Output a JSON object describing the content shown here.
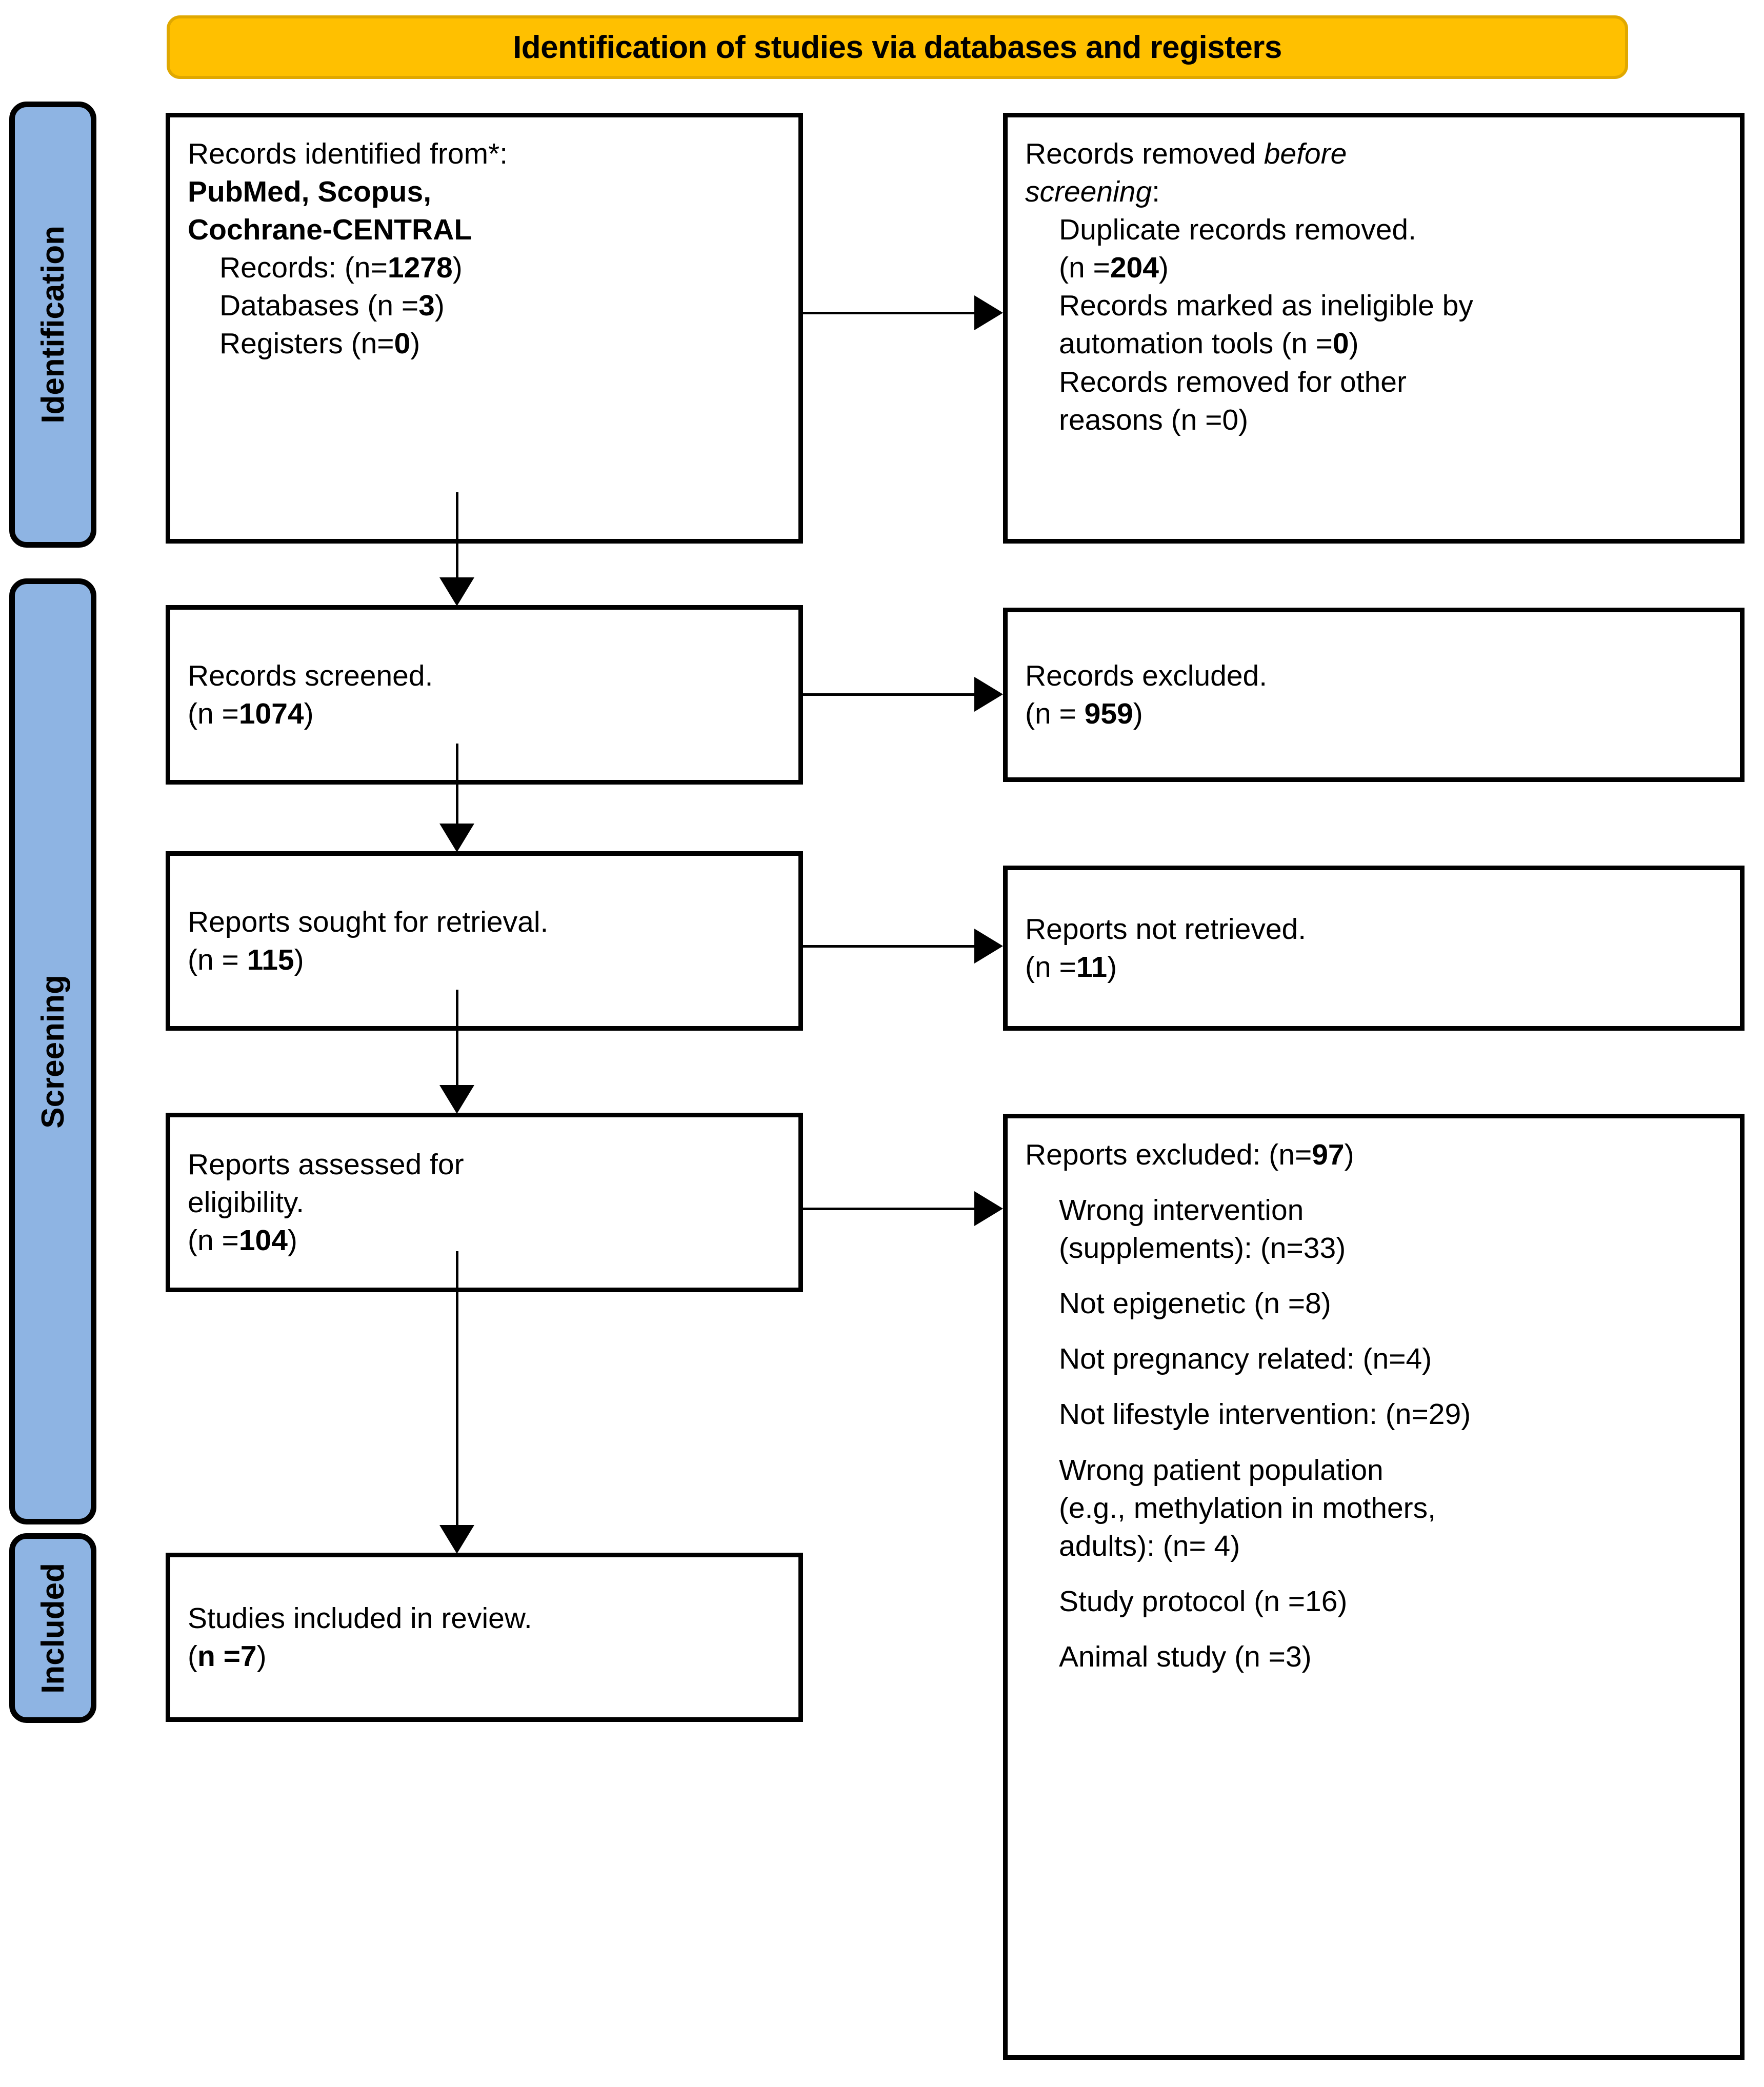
{
  "banner": {
    "title": "Identification of studies via databases and registers"
  },
  "stages": [
    {
      "key": "identification",
      "label": "Identification"
    },
    {
      "key": "screening",
      "label": "Screening"
    },
    {
      "key": "included",
      "label": "Included"
    }
  ],
  "boxes": {
    "identified": {
      "line1": "Records identified from*:",
      "line2": "PubMed, Scopus,",
      "line3": "Cochrane-CENTRAL",
      "line4_pre": "Records: (n=",
      "line4_num": "1278",
      "line4_post": ")",
      "line5_pre": "Databases (n =",
      "line5_num": "3",
      "line5_post": ")",
      "line6_pre": "Registers (n=",
      "line6_num": "0",
      "line6_post": ")"
    },
    "removed": {
      "line1_pre": "Records removed ",
      "line1_ital": "before",
      "line2_ital": "screening",
      "line2_post": ":",
      "line3": "Duplicate records removed.",
      "line4_pre": "(n =",
      "line4_num": "204",
      "line4_post": ")",
      "line5": "Records marked as ineligible by",
      "line6_pre": "automation tools (n =",
      "line6_num": "0",
      "line6_post": ")",
      "line7": "Records removed for other",
      "line8": "reasons (n =0)"
    },
    "screened": {
      "line1": "Records screened.",
      "line2_pre": "(n =",
      "line2_num": "1074",
      "line2_post": ")"
    },
    "excluded": {
      "line1": "Records excluded.",
      "line2_pre": "(n = ",
      "line2_num": "959",
      "line2_post": ")"
    },
    "sought": {
      "line1": "Reports sought for retrieval.",
      "line2_pre": "(n = ",
      "line2_num": "115",
      "line2_post": ")"
    },
    "not_retrieved": {
      "line1": "Reports not retrieved.",
      "line2_pre": "(n =",
      "line2_num": "11",
      "line2_post": ")"
    },
    "assessed": {
      "line1": "Reports assessed for",
      "line2": "eligibility.",
      "line3_pre": "(n =",
      "line3_num": "104",
      "line3_post": ")"
    },
    "reports_excluded": {
      "header_pre": "Reports excluded: (n=",
      "header_num": "97",
      "header_post": ")",
      "reasons": [
        {
          "line1": "Wrong intervention",
          "line2": "(supplements): (n=33)"
        },
        {
          "line1": "Not epigenetic (n =8)",
          "line2": ""
        },
        {
          "line1": "Not pregnancy related: (n=4)",
          "line2": ""
        },
        {
          "line1": "Not lifestyle intervention: (n=29)",
          "line2": ""
        },
        {
          "line1": "Wrong patient population",
          "line2": "(e.g., methylation in mothers,",
          "line3": "adults): (n= 4)"
        },
        {
          "line1": "Study protocol (n =16)",
          "line2": ""
        },
        {
          "line1": "Animal study (n =3)",
          "line2": ""
        }
      ]
    },
    "included": {
      "line1": "Studies included in review.",
      "line2_pre": "(",
      "line2_num": "n =7",
      "line2_post": ")"
    }
  },
  "colors": {
    "banner_fill": "#FFC000",
    "stage_fill": "#8EB4E3",
    "box_border": "#000000",
    "box_fill": "#FFFFFF"
  }
}
